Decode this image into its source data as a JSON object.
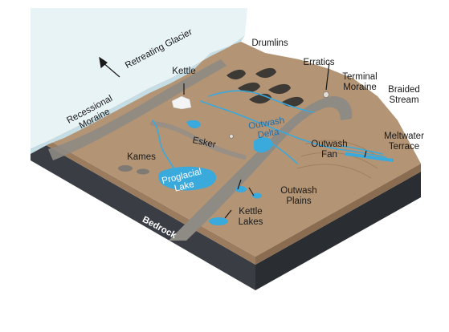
{
  "colors": {
    "ground": "#b39474",
    "ground_dark": "#9c7c5e",
    "ice": "#e8f3f6",
    "bedrock_top": "#4a4f55",
    "bedrock_side": "#2d3136",
    "moraine": "#8e8a84",
    "water": "#3aa9dc",
    "label_dark": "#1a1a1a",
    "label_blue": "#1d6fae"
  },
  "labels": {
    "retreating_glacier": "Retreating Glacier",
    "recessional_moraine": [
      "Recessional",
      "Moraine"
    ],
    "kettle": "Kettle",
    "drumlins": "Drumlins",
    "erratics": "Erratics",
    "terminal_moraine": [
      "Terminal",
      "Moraine"
    ],
    "braided_stream": [
      "Braided",
      "Stream"
    ],
    "meltwater_terrace": [
      "Meltwater",
      "Terrace"
    ],
    "outwash_delta": [
      "Outwash",
      "Delta"
    ],
    "outwash_fan": [
      "Outwash",
      "Fan"
    ],
    "esker": "Esker",
    "kames": "Kames",
    "proglacial_lake": [
      "Proglacial",
      "Lake"
    ],
    "outwash_plains": [
      "Outwash",
      "Plains"
    ],
    "kettle_lakes": [
      "Kettle",
      "Lakes"
    ],
    "bedrock": "Bedrock"
  }
}
